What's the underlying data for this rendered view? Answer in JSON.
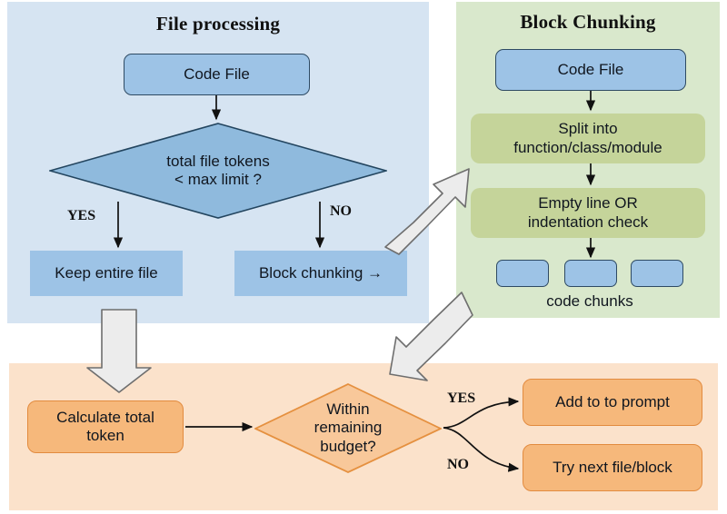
{
  "panels": {
    "file_processing": {
      "title": "File processing",
      "bg": "#D6E4F2",
      "nodes": {
        "code_file": "Code File",
        "decision": "total file tokens\n< max limit ?",
        "decision_line1": "total file tokens",
        "decision_line2": "< max limit ?",
        "yes_label": "YES",
        "no_label": "NO",
        "keep_entire_file": "Keep entire file",
        "block_chunking": "Block  chunking →"
      }
    },
    "block_chunking": {
      "title": "Block Chunking",
      "bg": "#D9E8CC",
      "nodes": {
        "code_file": "Code File",
        "split_line1": "Split into",
        "split_line2": "function/class/module",
        "check_line1": "Empty line OR",
        "check_line2": "indentation check",
        "chunk_1": "",
        "chunk_2": "",
        "chunk_3": "",
        "chunks_caption": "code chunks"
      }
    },
    "budget": {
      "title": "",
      "bg": "#FBE2CB",
      "nodes": {
        "calculate_line1": "Calculate total",
        "calculate_line2": "token",
        "decision_line1": "Within",
        "decision_line2": "remaining",
        "decision_line3": "budget?",
        "yes_label": "YES",
        "no_label": "NO",
        "add_to_prompt": "Add to to prompt",
        "try_next": "Try next file/block"
      }
    }
  },
  "colors": {
    "blue_panel": "#D6E4F2",
    "green_panel": "#D9E8CC",
    "orange_panel": "#FBE2CB",
    "blue_node": "#9DC3E6",
    "blue_node_border": "#2E4A63",
    "green_node": "#C5D49A",
    "orange_node": "#F6B87B",
    "orange_node_border": "#E28B3F",
    "arrow_gray_fill": "#ECECEC",
    "arrow_gray_border": "#6E6E6E",
    "connector": "#111111"
  },
  "connectors": {
    "block_arrow_to_chunking": "gray-arrow-up-right",
    "block_arrow_chunking_to_budget": "gray-arrow-down-left",
    "block_arrow_file_to_budget": "gray-arrow-down"
  }
}
